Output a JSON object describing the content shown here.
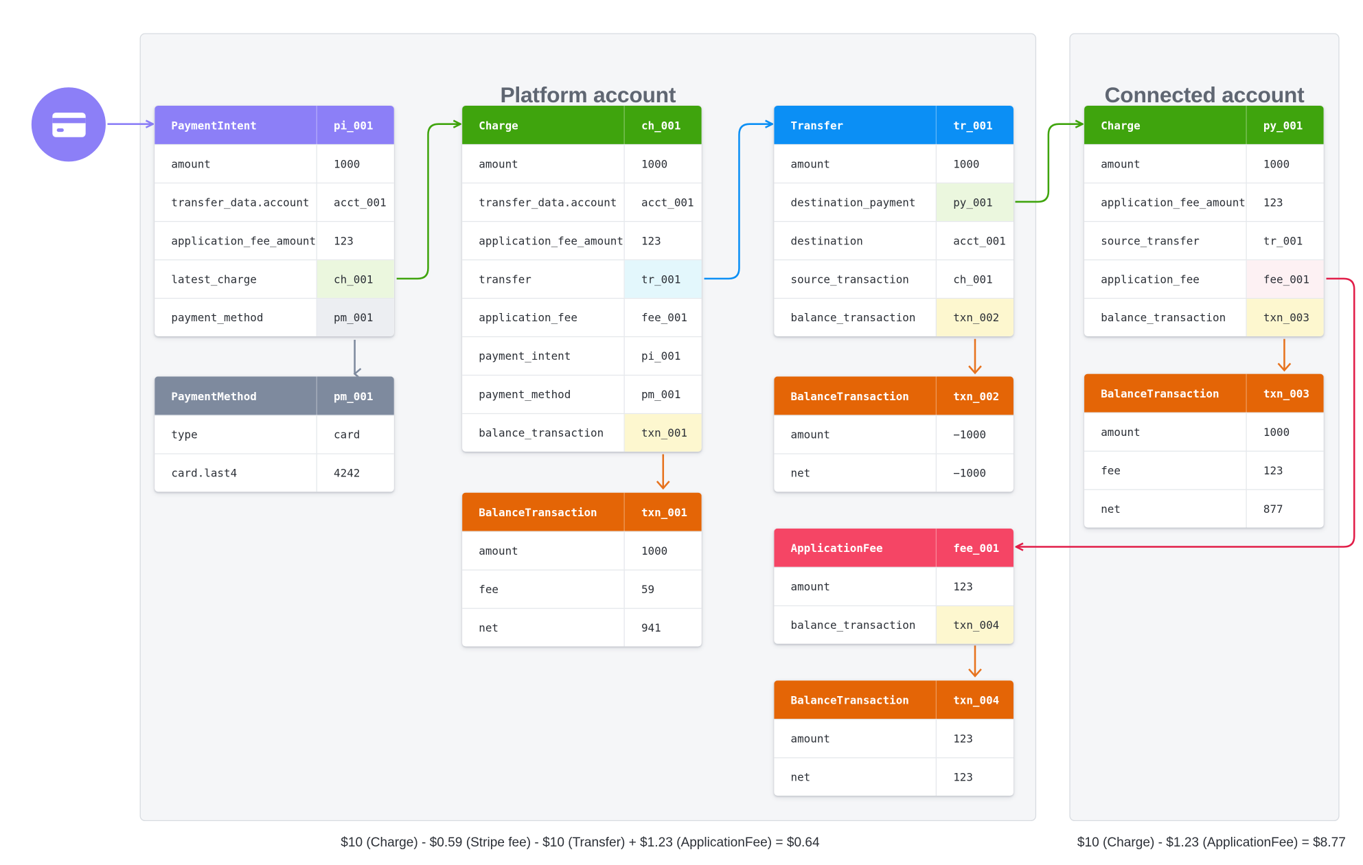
{
  "accounts": {
    "platform_title": "Platform account",
    "connected_title": "Connected account"
  },
  "colors": {
    "payment_intent": "#8c7ff7",
    "payment_method": "#7e8a9e",
    "charge": "#3fa40d",
    "transfer": "#0b8ff5",
    "balance_transaction": "#e46506",
    "application_fee": "#f54565",
    "arrow_fee": "#e11d48"
  },
  "objects": {
    "payment_intent": {
      "type": "PaymentIntent",
      "id": "pi_001",
      "rows": [
        {
          "k": "amount",
          "v": "1000"
        },
        {
          "k": "transfer_data.account",
          "v": "acct_001"
        },
        {
          "k": "application_fee_amount",
          "v": "123"
        },
        {
          "k": "latest_charge",
          "v": "ch_001"
        },
        {
          "k": "payment_method",
          "v": "pm_001"
        }
      ]
    },
    "payment_method": {
      "type": "PaymentMethod",
      "id": "pm_001",
      "rows": [
        {
          "k": "type",
          "v": "card"
        },
        {
          "k": "card.last4",
          "v": "4242"
        }
      ]
    },
    "charge": {
      "type": "Charge",
      "id": "ch_001",
      "rows": [
        {
          "k": "amount",
          "v": "1000"
        },
        {
          "k": "transfer_data.account",
          "v": "acct_001"
        },
        {
          "k": "application_fee_amount",
          "v": "123"
        },
        {
          "k": "transfer",
          "v": "tr_001"
        },
        {
          "k": "application_fee",
          "v": "fee_001"
        },
        {
          "k": "payment_intent",
          "v": "pi_001"
        },
        {
          "k": "payment_method",
          "v": "pm_001"
        },
        {
          "k": "balance_transaction",
          "v": "txn_001"
        }
      ]
    },
    "balance_txn_001": {
      "type": "BalanceTransaction",
      "id": "txn_001",
      "rows": [
        {
          "k": "amount",
          "v": "1000"
        },
        {
          "k": "fee",
          "v": "59"
        },
        {
          "k": "net",
          "v": "941"
        }
      ]
    },
    "transfer": {
      "type": "Transfer",
      "id": "tr_001",
      "rows": [
        {
          "k": "amount",
          "v": "1000"
        },
        {
          "k": "destination_payment",
          "v": "py_001"
        },
        {
          "k": "destination",
          "v": "acct_001"
        },
        {
          "k": "source_transaction",
          "v": "ch_001"
        },
        {
          "k": "balance_transaction",
          "v": "txn_002"
        }
      ]
    },
    "balance_txn_002": {
      "type": "BalanceTransaction",
      "id": "txn_002",
      "rows": [
        {
          "k": "amount",
          "v": "−1000"
        },
        {
          "k": "net",
          "v": "−1000"
        }
      ]
    },
    "application_fee": {
      "type": "ApplicationFee",
      "id": "fee_001",
      "rows": [
        {
          "k": "amount",
          "v": "123"
        },
        {
          "k": "balance_transaction",
          "v": "txn_004"
        }
      ]
    },
    "balance_txn_004": {
      "type": "BalanceTransaction",
      "id": "txn_004",
      "rows": [
        {
          "k": "amount",
          "v": "123"
        },
        {
          "k": "net",
          "v": "123"
        }
      ]
    },
    "connected_charge": {
      "type": "Charge",
      "id": "py_001",
      "rows": [
        {
          "k": "amount",
          "v": "1000"
        },
        {
          "k": "application_fee_amount",
          "v": "123"
        },
        {
          "k": "source_transfer",
          "v": "tr_001"
        },
        {
          "k": "application_fee",
          "v": "fee_001"
        },
        {
          "k": "balance_transaction",
          "v": "txn_003"
        }
      ]
    },
    "balance_txn_003": {
      "type": "BalanceTransaction",
      "id": "txn_003",
      "rows": [
        {
          "k": "amount",
          "v": "1000"
        },
        {
          "k": "fee",
          "v": "123"
        },
        {
          "k": "net",
          "v": "877"
        }
      ]
    }
  },
  "equations": {
    "platform": "$10 (Charge) - $0.59 (Stripe fee) - $10 (Transfer) + $1.23 (ApplicationFee) = $0.64",
    "connected": "$10 (Charge) - $1.23 (ApplicationFee) = $8.77"
  },
  "icons": {
    "payment_card": "credit-card-icon"
  }
}
